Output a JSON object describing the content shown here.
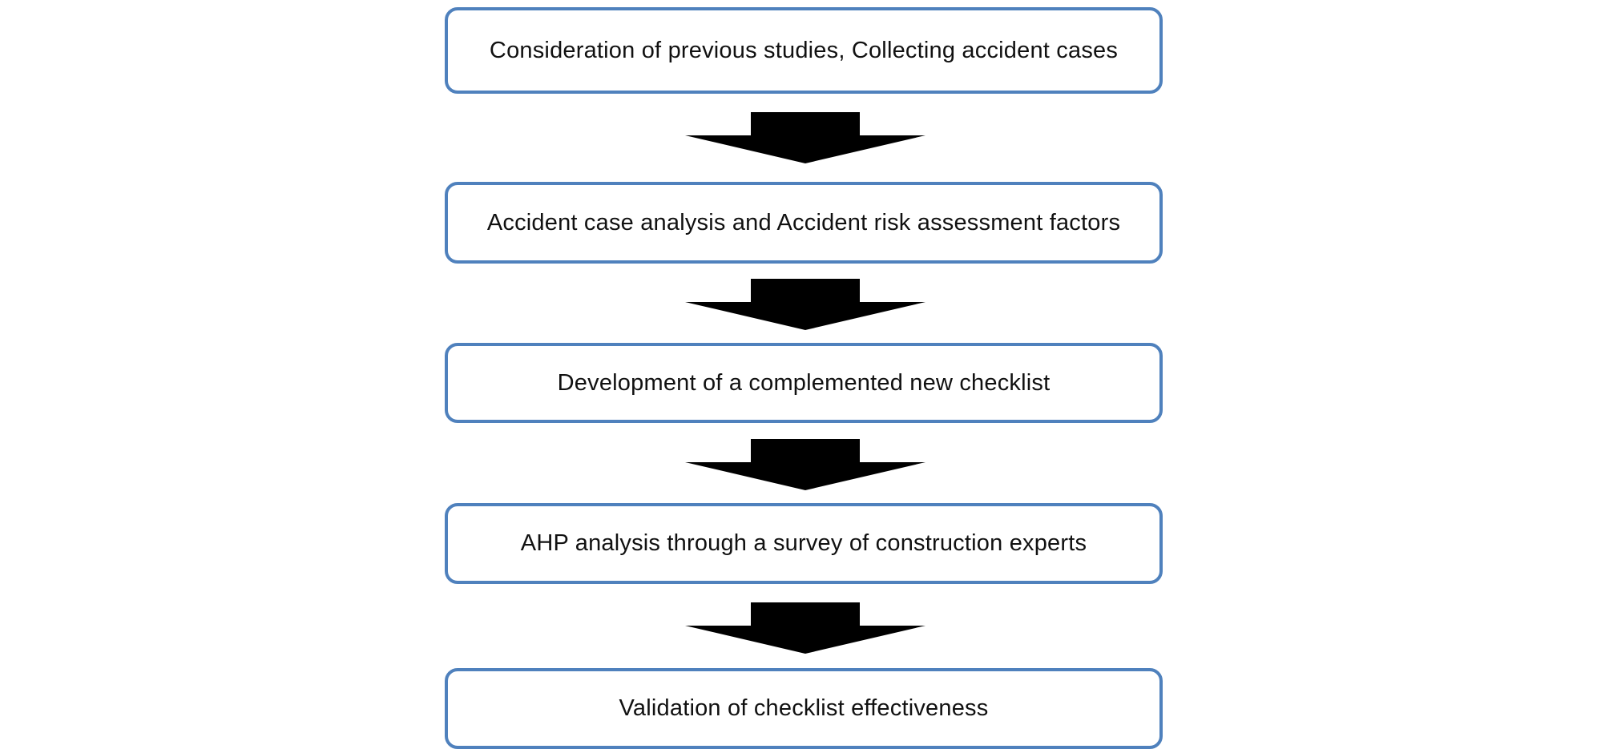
{
  "flowchart": {
    "steps": [
      {
        "label": "Consideration of previous studies, Collecting accident cases"
      },
      {
        "label": "Accident case analysis and Accident risk assessment factors"
      },
      {
        "label": "Development of a complemented new checklist"
      },
      {
        "label": "AHP analysis through a survey of construction experts"
      },
      {
        "label": "Validation of checklist effectiveness"
      }
    ],
    "arrow_icon": "down-arrow-icon",
    "colors": {
      "box_border": "#4f81bd",
      "arrow_fill": "#000000",
      "text": "#111111"
    }
  }
}
